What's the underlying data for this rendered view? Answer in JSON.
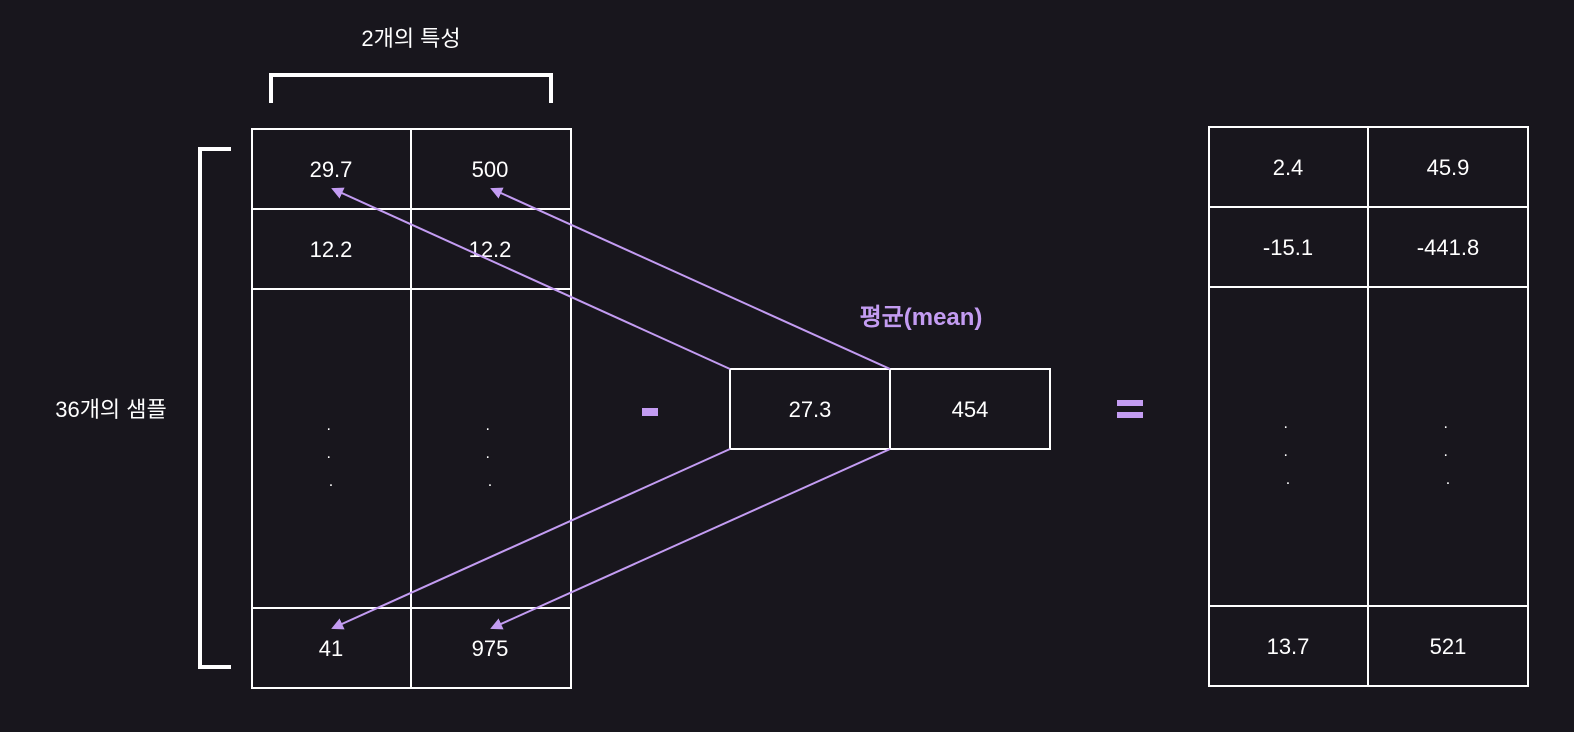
{
  "labels": {
    "features": "2개의 특성",
    "samples": "36개의 샘플",
    "mean": "평균(mean)",
    "minus": "-",
    "equals": "="
  },
  "input_matrix": {
    "rows": [
      [
        "29.7",
        "500"
      ],
      [
        "12.2",
        "12.2"
      ],
      [
        "41",
        "975"
      ]
    ],
    "ellipsis": ".\n.\n."
  },
  "mean_row": [
    "27.3",
    "454"
  ],
  "result_matrix": {
    "rows": [
      [
        "2.4",
        "45.9"
      ],
      [
        "-15.1",
        "-441.8"
      ],
      [
        "13.7",
        "521"
      ]
    ],
    "ellipsis": ".\n.\n."
  },
  "colors": {
    "background": "#18161d",
    "foreground": "#ffffff",
    "accent": "#c39cf2"
  }
}
